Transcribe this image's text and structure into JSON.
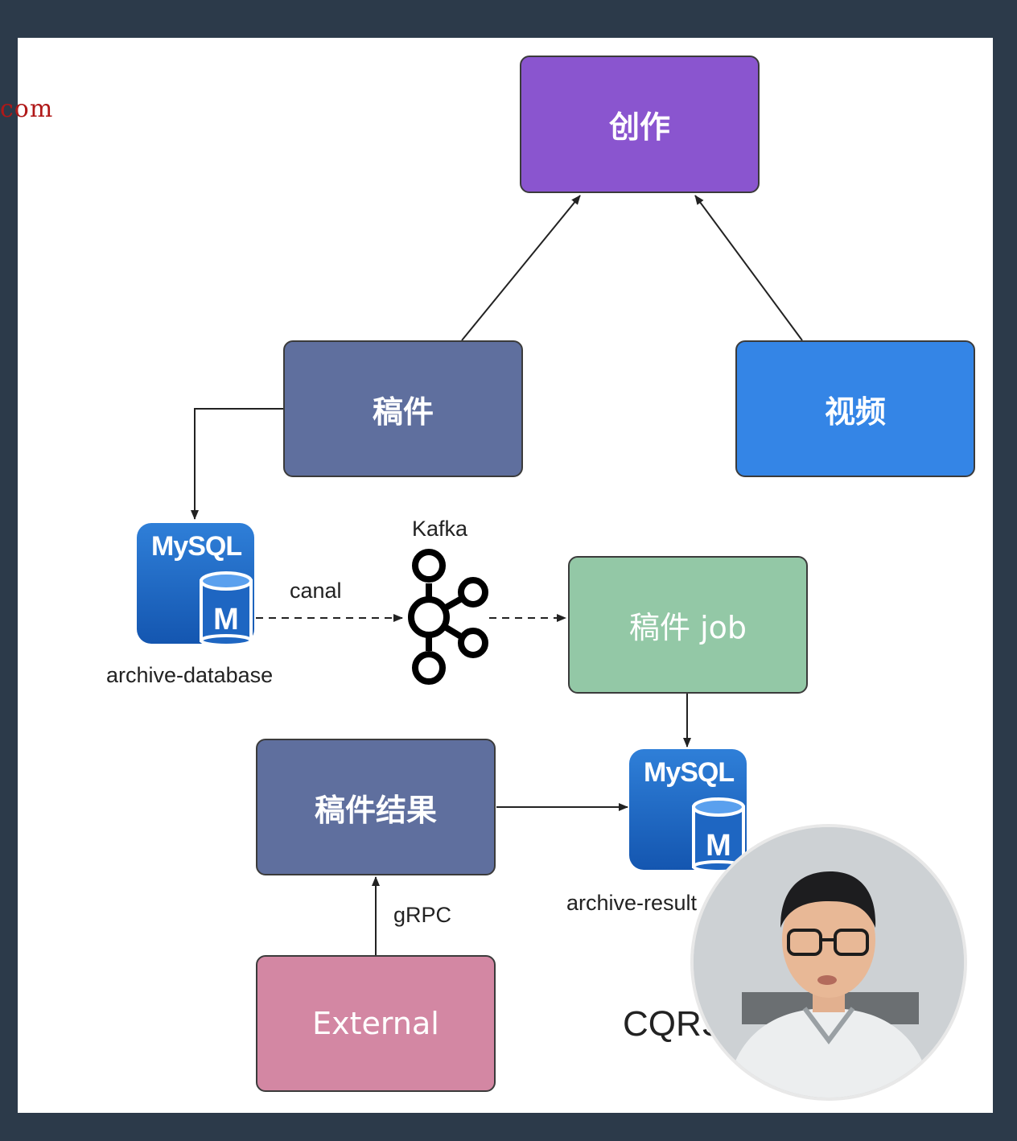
{
  "watermark": "com",
  "nodes": {
    "creation": "创作",
    "manuscript": "稿件",
    "video": "视频",
    "manuscript_job": "稿件 job",
    "manuscript_result": "稿件结果",
    "external": "External"
  },
  "databases": {
    "archive_db_brand": "MySQL",
    "archive_db_badge": "M",
    "archive_db_label": "archive-database",
    "result_db_brand": "MySQL",
    "result_db_badge": "M",
    "result_db_label": "archive-result"
  },
  "edges": {
    "canal": "canal",
    "kafka": "Kafka",
    "grpc": "gRPC"
  },
  "caption": "CQRS",
  "colors": {
    "creation": "#8a55cf",
    "manuscript": "#5f6f9e",
    "video": "#3485e6",
    "manuscript_job": "#93c8a6",
    "manuscript_result": "#5f6f9e",
    "external": "#d387a3"
  },
  "icons": [
    "mysql-logo-icon",
    "kafka-logo-icon",
    "presenter-video-icon"
  ]
}
